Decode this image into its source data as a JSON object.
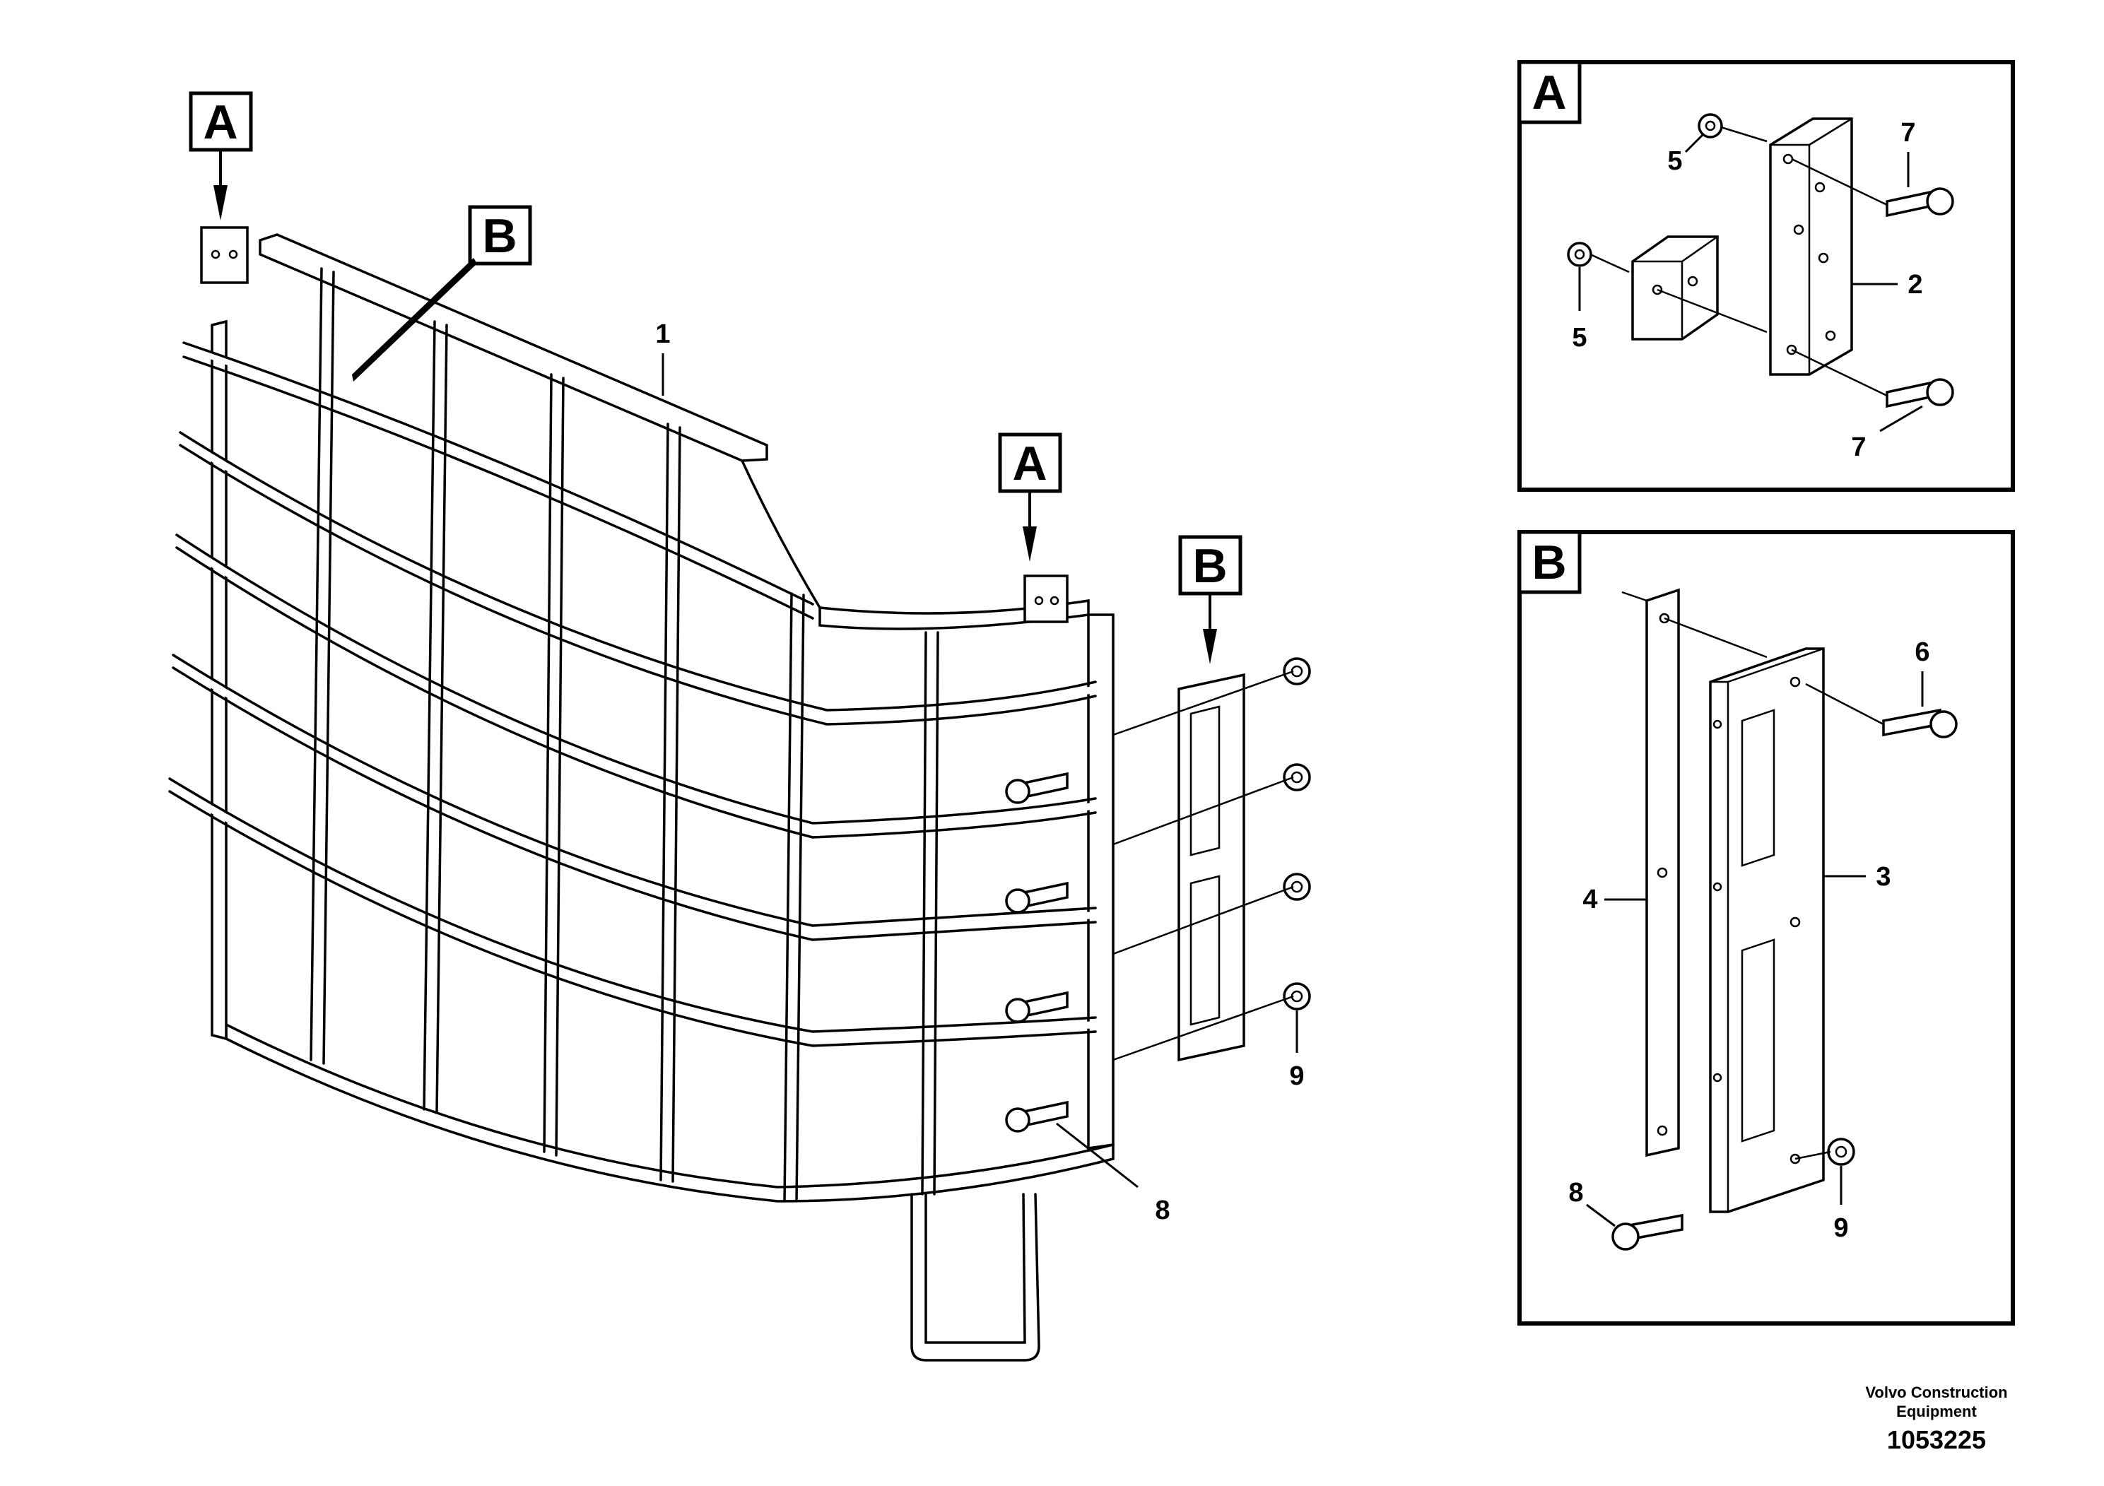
{
  "main_view": {
    "view_markers": [
      "A",
      "B",
      "A",
      "B"
    ],
    "callouts": {
      "guard": "1",
      "bolt": "8",
      "nut": "9"
    }
  },
  "detail_a": {
    "label": "A",
    "callouts": [
      "5",
      "5",
      "7",
      "7",
      "2"
    ]
  },
  "detail_b": {
    "label": "B",
    "callouts": [
      "6",
      "4",
      "3",
      "8",
      "9"
    ]
  },
  "footer": {
    "brand_line1": "Volvo Construction",
    "brand_line2": "Equipment",
    "doc_number": "1053225"
  }
}
